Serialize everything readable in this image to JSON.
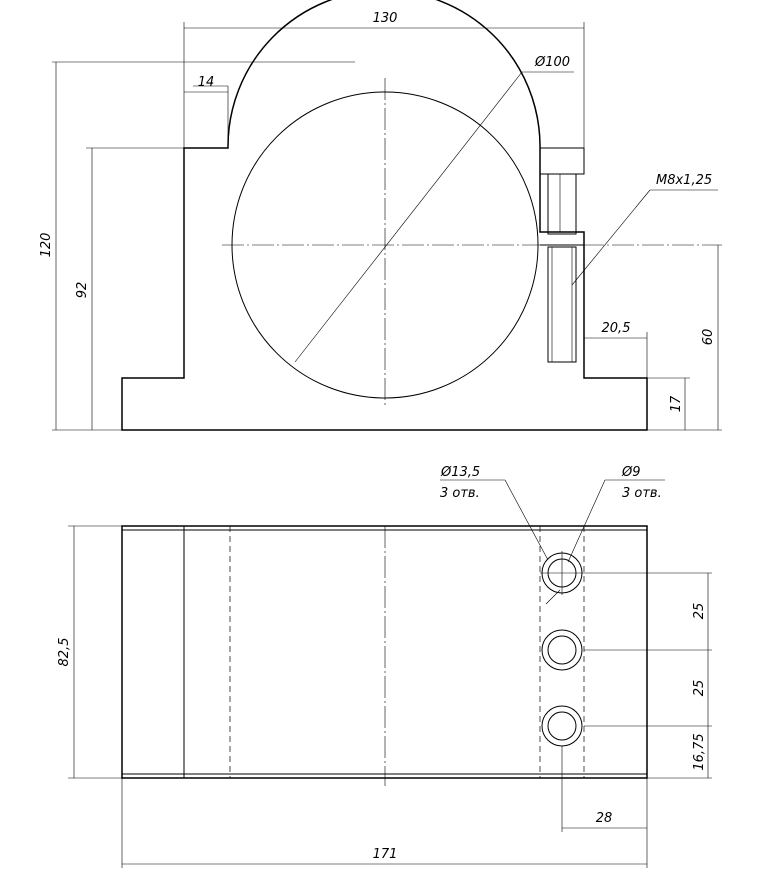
{
  "dimensions": {
    "overall_width": "130",
    "diameter": "Ø100",
    "flange_width": "14",
    "thread": "M8x1,25",
    "total_height": "120",
    "shoulder_height": "92",
    "center_height": "60",
    "offset_20_5": "20,5",
    "base_height": "17",
    "hole_large": "Ø13,5",
    "hole_large_count": "3 отв.",
    "hole_small": "Ø9",
    "hole_small_count": "3 отв.",
    "depth": "82,5",
    "spacing_1": "25",
    "spacing_2": "25",
    "edge_offset": "16,75",
    "hole_x": "28",
    "base_length": "171"
  }
}
